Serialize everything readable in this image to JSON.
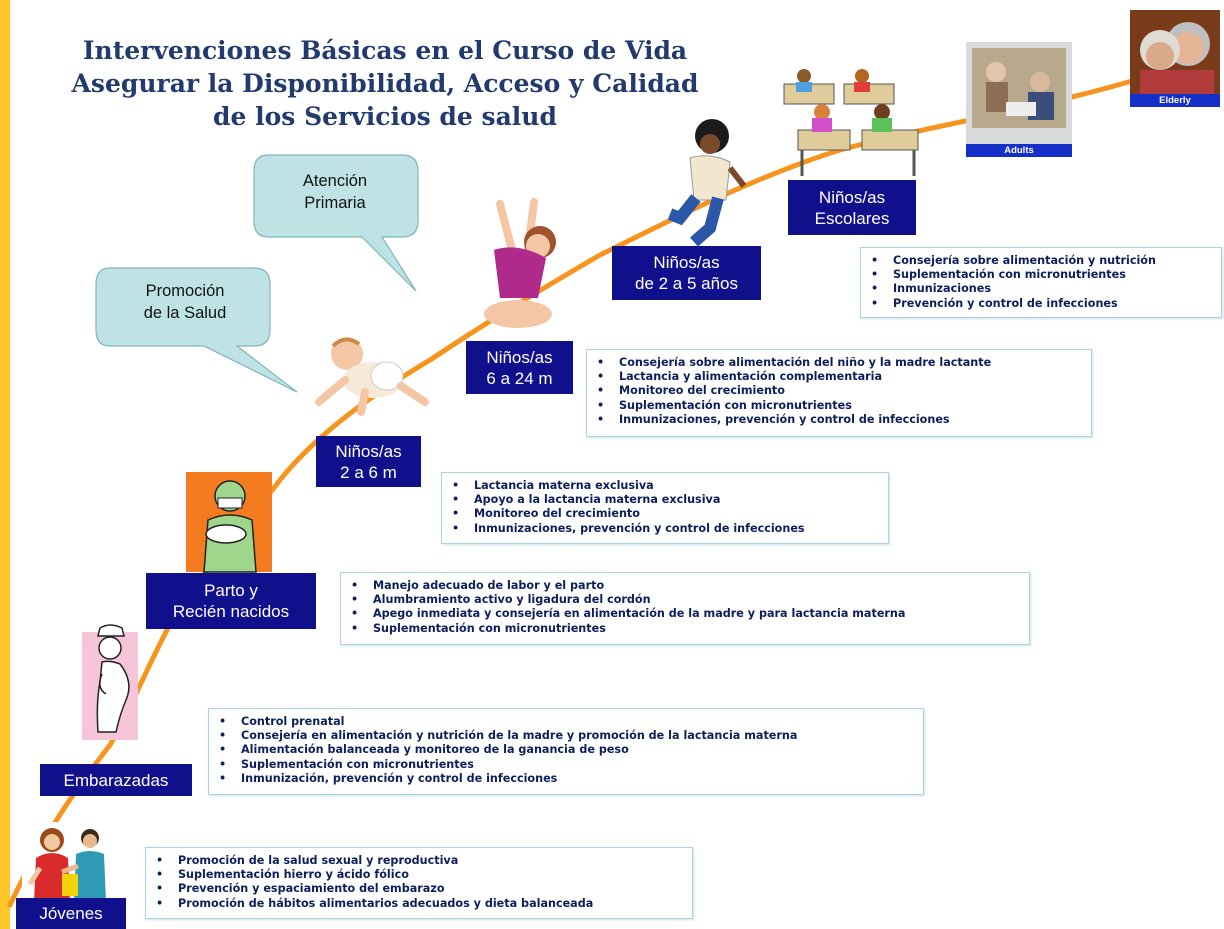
{
  "title": {
    "line1": "Intervenciones Básicas en el Curso de Vida",
    "line2": "Asegurar la Disponibilidad, Acceso y Calidad",
    "line3": "de los Servicios de salud"
  },
  "bubbles": {
    "atencion": [
      "Atención",
      "Primaria"
    ],
    "promocion": [
      "Promoción",
      "de la Salud"
    ]
  },
  "stages": {
    "jovenes": [
      "Jóvenes"
    ],
    "embarazadas": [
      "Embarazadas"
    ],
    "parto": [
      "Parto y",
      "Recién nacidos"
    ],
    "ninos_2_6": [
      "Niños/as",
      "2 a 6 m"
    ],
    "ninos_6_24": [
      "Niños/as",
      "6 a 24 m"
    ],
    "ninos_2_5": [
      "Niños/as",
      "de 2 a 5 años"
    ],
    "escolares": [
      "Niños/as",
      "Escolares"
    ]
  },
  "photo_captions": {
    "adults": "Adults",
    "elderly": "Elderly"
  },
  "interventions": {
    "jovenes": [
      "Promoción de la salud  sexual y reproductiva",
      "Suplementación hierro y ácido fólico",
      "Prevención y espaciamiento del embarazo",
      "Promoción de hábitos alimentarios adecuados y dieta balanceada"
    ],
    "embarazadas": [
      "Control prenatal",
      "Consejería en alimentación y nutrición de la madre y promoción de la lactancia materna",
      "Alimentación balanceada y monitoreo de la ganancia de peso",
      "Suplementación con micronutrientes",
      "Inmunización, prevención y control de infecciones"
    ],
    "parto": [
      "Manejo adecuado de labor y el parto",
      "Alumbramiento activo y ligadura del cordón",
      "Apego inmediata y consejería en alimentación de la madre y para lactancia materna",
      "Suplementación  con micronutrientes"
    ],
    "ninos_2_6": [
      "Lactancia materna exclusiva",
      "Apoyo a la lactancia materna exclusiva",
      "Monitoreo del crecimiento",
      "Inmunizaciones, prevención y control de infecciones"
    ],
    "ninos_6_24": [
      "Consejería sobre alimentación del niño y la madre lactante",
      "Lactancia y alimentación complementaria",
      "Monitoreo del crecimiento",
      "Suplementación con micronutrientes",
      "Inmunizaciones, prevención y control de infecciones"
    ],
    "escolares": [
      "Consejería sobre alimentación y nutrición",
      "Suplementación con micronutrientes",
      "Inmunizaciones",
      "Prevención y control de infecciones"
    ]
  },
  "colors": {
    "title": "#233a6e",
    "stage_bg": "#10108c",
    "curve": "#f7941d",
    "bubble_fill": "#bfe3e5",
    "box_border": "#a9d4e2",
    "left_bar": "#ffc629"
  }
}
